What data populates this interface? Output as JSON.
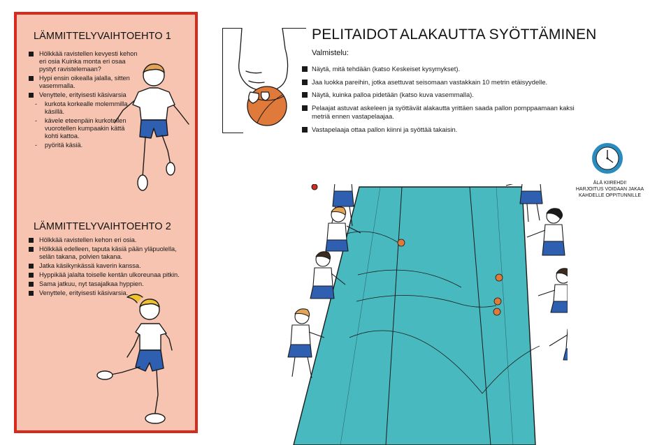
{
  "warmup1": {
    "title": "LÄMMITTELYVAIHTOEHTO 1",
    "items": [
      {
        "type": "sq",
        "text": "Hölkkää ravistellen kevyesti kehon eri osia Kuinka monta eri osaa pystyt ravistelemaan?"
      },
      {
        "type": "sq",
        "text": "Hypi ensin oikealla jalalla, sitten vasemmalla."
      },
      {
        "type": "sq",
        "text": "Venyttele, erityisesti käsivarsia"
      },
      {
        "type": "dash",
        "text": "kurkota korkealle molemmilla käsillä."
      },
      {
        "type": "dash",
        "text": "kävele eteenpäin kurkotellen vuorotellen kumpaakin kättä kohti kattoa."
      },
      {
        "type": "dash",
        "text": "pyöritä käsiä."
      }
    ]
  },
  "warmup2": {
    "title": "LÄMMITTELYVAIHTOEHTO 2",
    "items": [
      "Hölkkää ravistellen kehon eri osia.",
      "Hölkkää edelleen, taputa käsiä pään yläpuolella, selän takana, polvien takana.",
      "Jatka käsikynkässä kaverin kanssa.",
      "Hyppikää jalalta toiselle kentän ulkoreunaa pitkin.",
      "Sama jatkuu, nyt tasajalkaa hyppien.",
      "Venyttele, erityisesti käsivarsia."
    ]
  },
  "header": {
    "title_left": "PELITAIDOT",
    "title_right": "ALAKAUTTA SYÖTTÄMINEN",
    "prep_label": "Valmistelu:"
  },
  "instructions": [
    "Näytä, mitä tehdään (katso Keskeiset kysymykset).",
    "Jaa luokka pareihin, jotka asettuvat seisomaan vastakkain 10 metrin etäisyydelle.",
    "Näytä, kuinka palloa pidetään (katso kuva vasemmalla).",
    "Pelaajat astuvat askeleen ja syöttävät alakautta yrittäen saada pallon pomppaamaan kaksi metriä ennen vastapelaajaa.",
    "Vastapelaaja ottaa pallon kiinni ja syöttää takaisin."
  ],
  "note": {
    "line1": "ÄLÄ KIIREHDI!",
    "line2": "HARJOITUS VOIDAAN JAKAA KAHDELLE OPPITUNNILLE"
  },
  "colors": {
    "panel_border": "#d52b1e",
    "panel_fill": "#f6c4b0",
    "court": "#47b9bf",
    "clock": "#2a8bbf",
    "ball": "#e07a3b",
    "shorts": "#2e5fb0"
  },
  "icons": {
    "clock": "clock-icon",
    "ball": "ball-icon"
  }
}
